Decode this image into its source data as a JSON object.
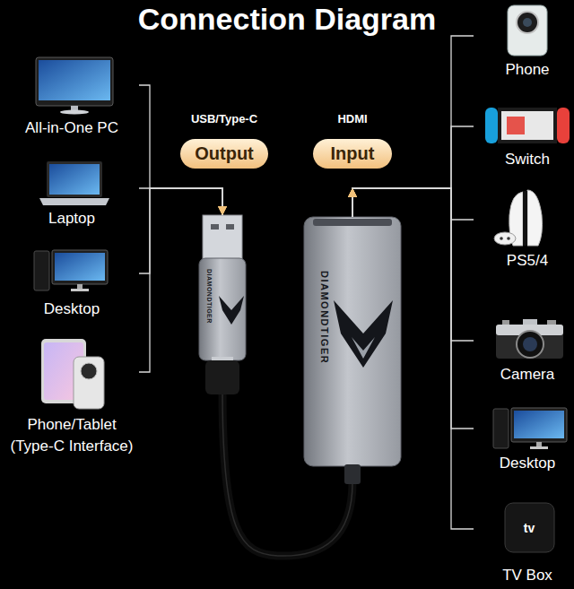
{
  "diagram": {
    "title": "Connection Diagram",
    "nodes": [
      {
        "text": [
          "All-in-One PC"
        ]
      },
      {
        "text": [
          "Laptop"
        ]
      },
      {
        "text": [
          "Desktop"
        ]
      },
      {
        "text": [
          "Phone/Tablet (Type-C Interface)"
        ]
      },
      {
        "text": [
          "USB/Type-C",
          "Output"
        ]
      },
      {
        "text": [
          "HDMI",
          "Input"
        ]
      },
      {
        "text": [
          "DIAMONDTIGER"
        ]
      },
      {
        "text": [
          "DIAMONDTIGER"
        ]
      },
      {
        "text": [
          "Phone"
        ]
      },
      {
        "text": [
          "Switch"
        ]
      },
      {
        "text": [
          "PS5/4"
        ]
      },
      {
        "text": [
          "Camera"
        ]
      },
      {
        "text": [
          "Desktop"
        ]
      },
      {
        "text": [
          "tv",
          "TV Box"
        ]
      }
    ],
    "edges": [
      {
        "from": 0,
        "to": 6,
        "arrow": "to"
      },
      {
        "from": 1,
        "to": 6,
        "arrow": "to"
      },
      {
        "from": 2,
        "to": 6,
        "arrow": "to"
      },
      {
        "from": 3,
        "to": 6,
        "arrow": "to"
      },
      {
        "from": 7,
        "to": 8,
        "arrow": "to"
      },
      {
        "from": 7,
        "to": 9,
        "arrow": "to"
      },
      {
        "from": 7,
        "to": 10,
        "arrow": "to"
      },
      {
        "from": 7,
        "to": 11,
        "arrow": "to"
      },
      {
        "from": 7,
        "to": 12,
        "arrow": "to"
      },
      {
        "from": 7,
        "to": 13,
        "arrow": "to"
      }
    ]
  }
}
